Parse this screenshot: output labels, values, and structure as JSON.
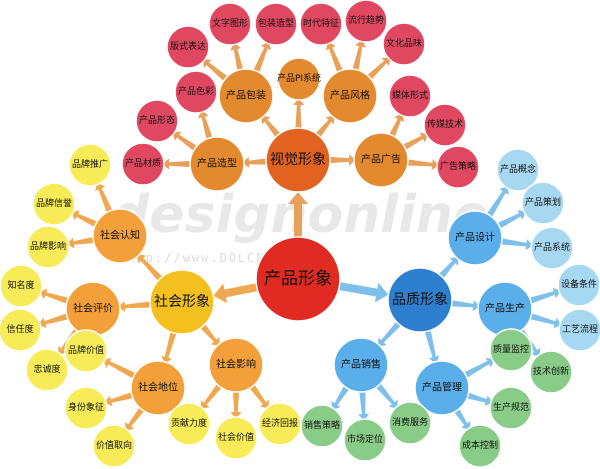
{
  "watermark": {
    "logo_text": "designonline",
    "url_text": "http://www.DOLCN.com"
  },
  "colors": {
    "center": "#e02a22",
    "visual": "#e2631f",
    "visual_child": "#e48a2e",
    "visual_leaf": "#e04862",
    "visual_arrow": "#e8a05a",
    "social": "#f4c020",
    "social_child": "#f3a03a",
    "social_leaf": "#f7ec58",
    "social_arrow": "#f0a850",
    "quality": "#2f7fd0",
    "quality_child": "#5aaeea",
    "quality_leaf_a": "#a7d8f2",
    "quality_leaf_b": "#88cc88",
    "quality_arrow": "#7fc0ea"
  },
  "diagram": {
    "center": "产品形象",
    "branches": [
      {
        "label": "视觉形象",
        "children": [
          {
            "label": "产品包装",
            "leaves": [
              "文字图形",
              "包装造型",
              "版式表达"
            ]
          },
          {
            "label": "产品PI系统",
            "leaves": []
          },
          {
            "label": "产品风格",
            "leaves": [
              "时代特征",
              "流行趋势",
              "文化品味"
            ]
          },
          {
            "label": "产品造型",
            "leaves": [
              "产品色彩",
              "产品形态",
              "产品材质"
            ]
          },
          {
            "label": "产品广告",
            "leaves": [
              "媒体形式",
              "传媒技术",
              "广告策略"
            ]
          }
        ]
      },
      {
        "label": "社会形象",
        "children": [
          {
            "label": "社会认知",
            "leaves": [
              "品牌推广",
              "品牌信誉",
              "品牌影响"
            ]
          },
          {
            "label": "社会评价",
            "leaves": [
              "知名度",
              "信任度",
              "忠诚度"
            ]
          },
          {
            "label": "社会地位",
            "leaves": [
              "品牌价值",
              "身份象征",
              "价值取向"
            ]
          },
          {
            "label": "社会影响",
            "leaves": [
              "贡献力度",
              "社会价值",
              "经济回报"
            ]
          }
        ]
      },
      {
        "label": "品质形象",
        "children": [
          {
            "label": "产品设计",
            "leaves": [
              "产品概念",
              "产品策划",
              "产品系统"
            ]
          },
          {
            "label": "产品生产",
            "leaves": [
              "设备条件",
              "工艺流程",
              "技术创新"
            ]
          },
          {
            "label": "产品管理",
            "leaves": [
              "质量监控",
              "生产规范",
              "成本控制"
            ]
          },
          {
            "label": "产品销售",
            "leaves": [
              "销售策略",
              "市场定位",
              "消费服务"
            ]
          }
        ]
      }
    ]
  }
}
